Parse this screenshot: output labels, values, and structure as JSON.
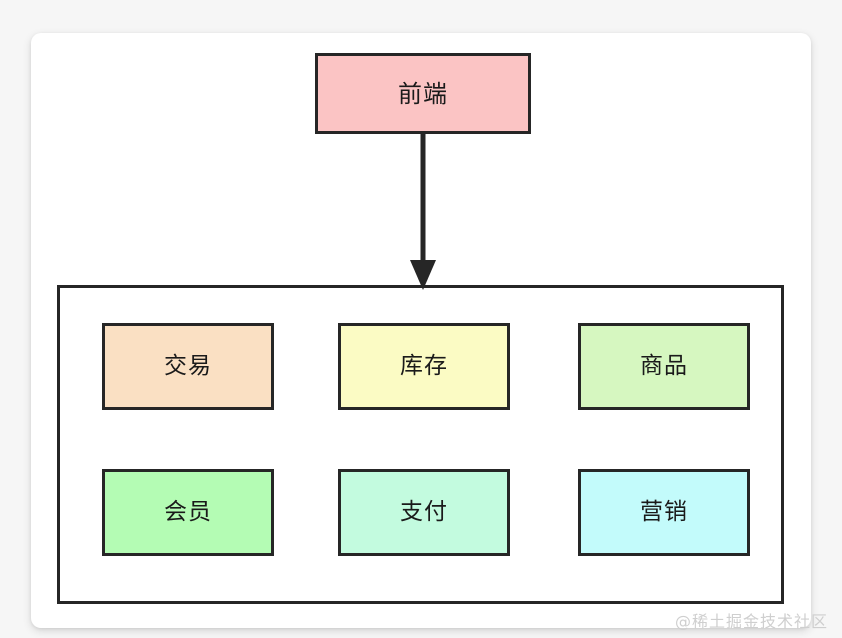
{
  "diagram": {
    "type": "architecture-block-diagram",
    "background_color": "#f6f6f6",
    "card_color": "#ffffff",
    "border_color": "#262626",
    "frontend": {
      "label": "前端",
      "fill": "#fbc4c4"
    },
    "connector": {
      "kind": "arrow-down",
      "from": "前端",
      "to": "后端服务容器",
      "color": "#262626"
    },
    "backend_container": {
      "label": "",
      "border_color": "#262626",
      "services": [
        {
          "label": "交易",
          "fill": "#fae0c3"
        },
        {
          "label": "库存",
          "fill": "#fbfbc4"
        },
        {
          "label": "商品",
          "fill": "#d6f7c0"
        },
        {
          "label": "会员",
          "fill": "#b4fcb4"
        },
        {
          "label": "支付",
          "fill": "#c3fbdf"
        },
        {
          "label": "营销",
          "fill": "#c3fbfb"
        }
      ]
    }
  },
  "watermark": {
    "text": "@稀土掘金技术社区"
  }
}
